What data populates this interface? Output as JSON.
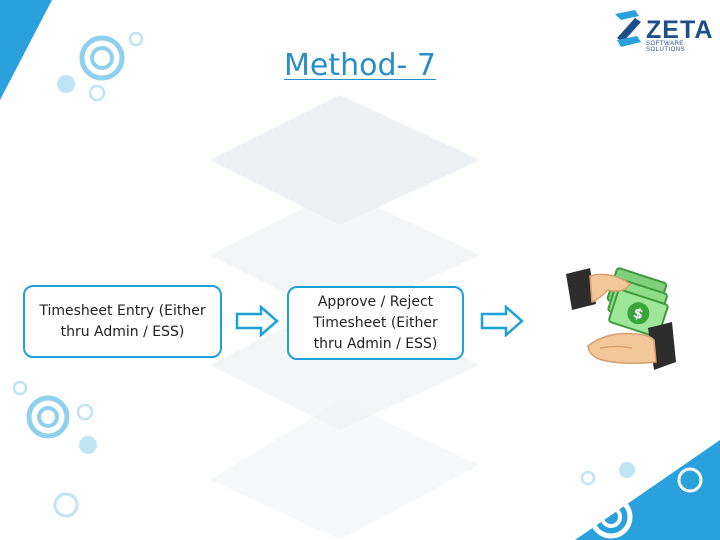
{
  "slide": {
    "title": "Method- 7"
  },
  "logo": {
    "name": "ZETA",
    "tagline": "SOFTWARE SOLUTIONS"
  },
  "flow": {
    "steps": [
      {
        "label": "Timesheet Entry (Either thru Admin / ESS)"
      },
      {
        "label": "Approve / Reject Timesheet (Either thru Admin / ESS)"
      }
    ],
    "final_icon": "payment-hands-money-icon"
  },
  "colors": {
    "title": "#2a8ec8",
    "box_border": "#1ea0d8",
    "arrow": "#1ea0d8",
    "decor": "#1ea0d8",
    "brand": "#1c4f8a"
  }
}
